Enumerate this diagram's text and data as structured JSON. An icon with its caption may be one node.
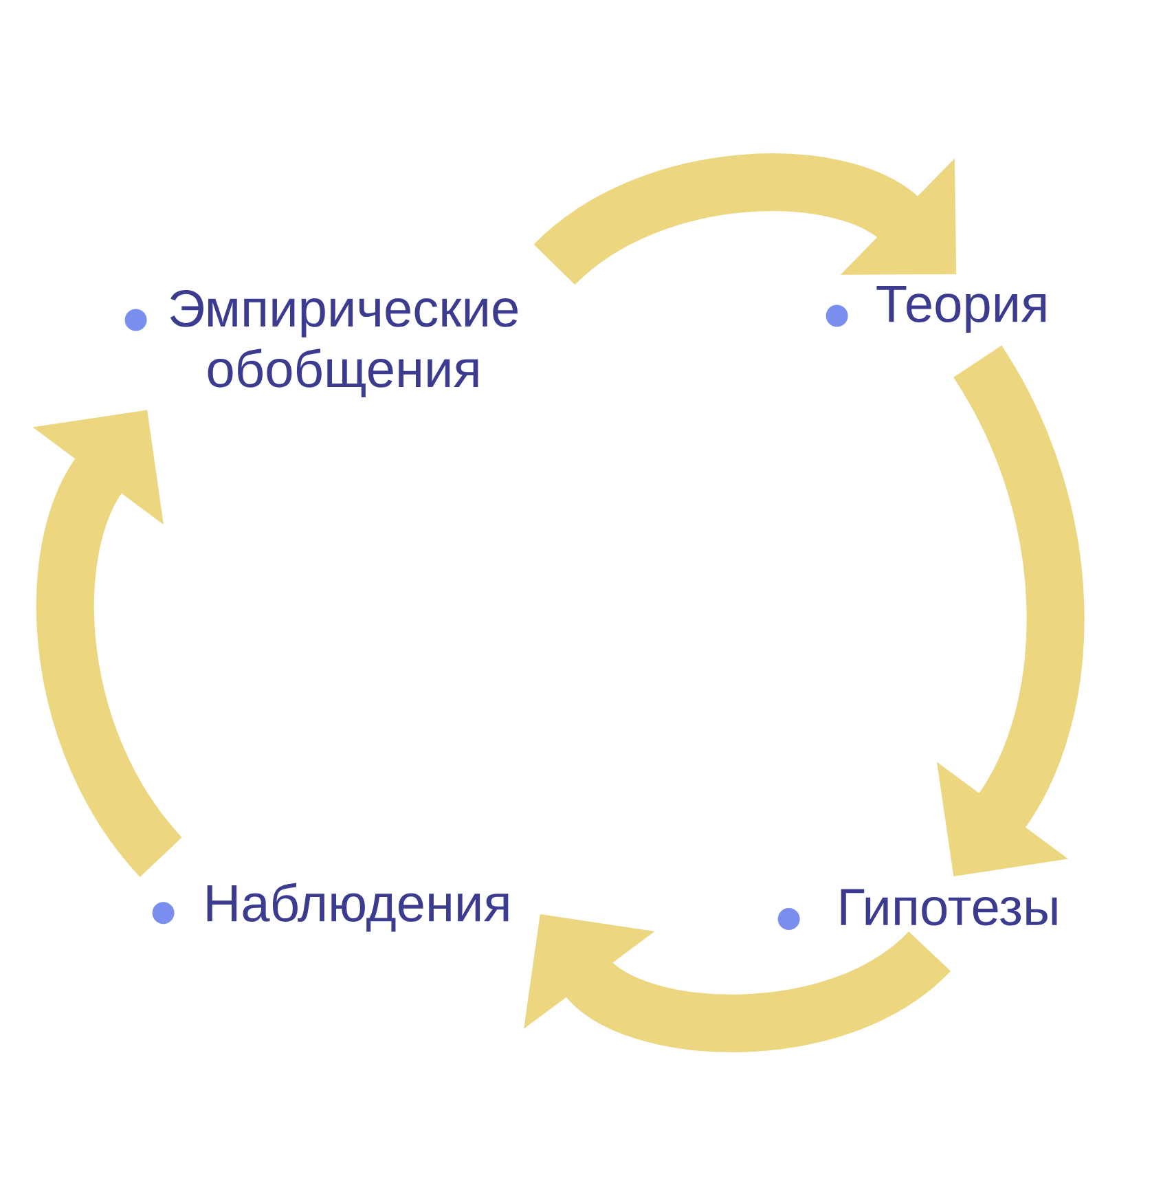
{
  "diagram": {
    "nodes": [
      {
        "text": [
          "Эмпирические обобщения"
        ]
      },
      {
        "text": [
          "Теория"
        ]
      },
      {
        "text": [
          "Гипотезы"
        ]
      },
      {
        "text": [
          "Наблюдения"
        ]
      }
    ],
    "edges": [
      {
        "from": 0,
        "to": 1,
        "arrow": "to"
      },
      {
        "from": 1,
        "to": 2,
        "arrow": "to"
      },
      {
        "from": 2,
        "to": 3,
        "arrow": "to"
      },
      {
        "from": 3,
        "to": 0,
        "arrow": "to"
      }
    ]
  }
}
